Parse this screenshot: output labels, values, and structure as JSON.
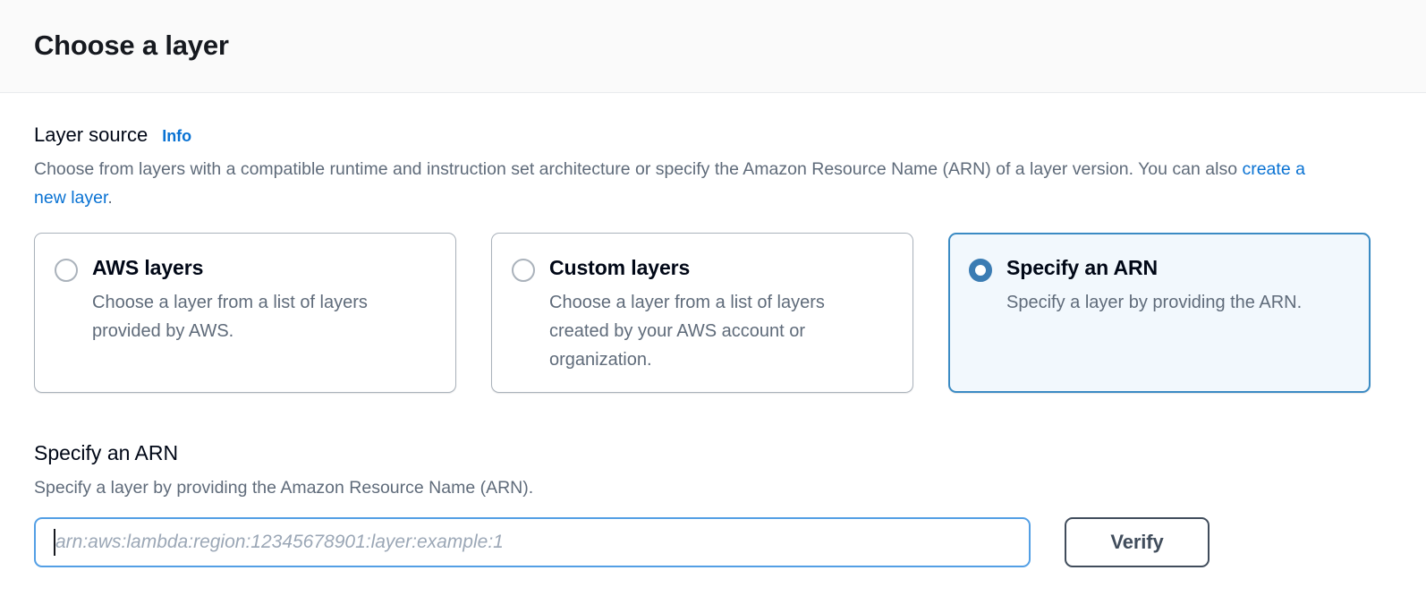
{
  "header": {
    "title": "Choose a layer"
  },
  "layer_source": {
    "label": "Layer source",
    "info_link": "Info",
    "description_part1": "Choose from layers with a compatible runtime and instruction set architecture or specify the Amazon Resource Name (ARN) of a layer version. You can also ",
    "description_link": "create a new layer",
    "description_part2": ".",
    "options": [
      {
        "title": "AWS layers",
        "description": "Choose a layer from a list of layers provided by AWS.",
        "selected": false
      },
      {
        "title": "Custom layers",
        "description": "Choose a layer from a list of layers created by your AWS account or organization.",
        "selected": false
      },
      {
        "title": "Specify an ARN",
        "description": "Specify a layer by providing the ARN.",
        "selected": true
      }
    ]
  },
  "arn_section": {
    "heading": "Specify an ARN",
    "description": "Specify a layer by providing the Amazon Resource Name (ARN).",
    "input_value": "",
    "input_placeholder": "arn:aws:lambda:region:12345678901:layer:example:1",
    "verify_label": "Verify"
  },
  "colors": {
    "accent_blue": "#0972d3",
    "selected_tile_background": "#f2f8fd",
    "selected_tile_border": "#3b8bc4",
    "input_focus_border": "#539fe5",
    "button_border": "#414d5c",
    "text_primary": "#000716",
    "text_secondary": "#5f6b7a",
    "header_background": "#fafafa"
  }
}
